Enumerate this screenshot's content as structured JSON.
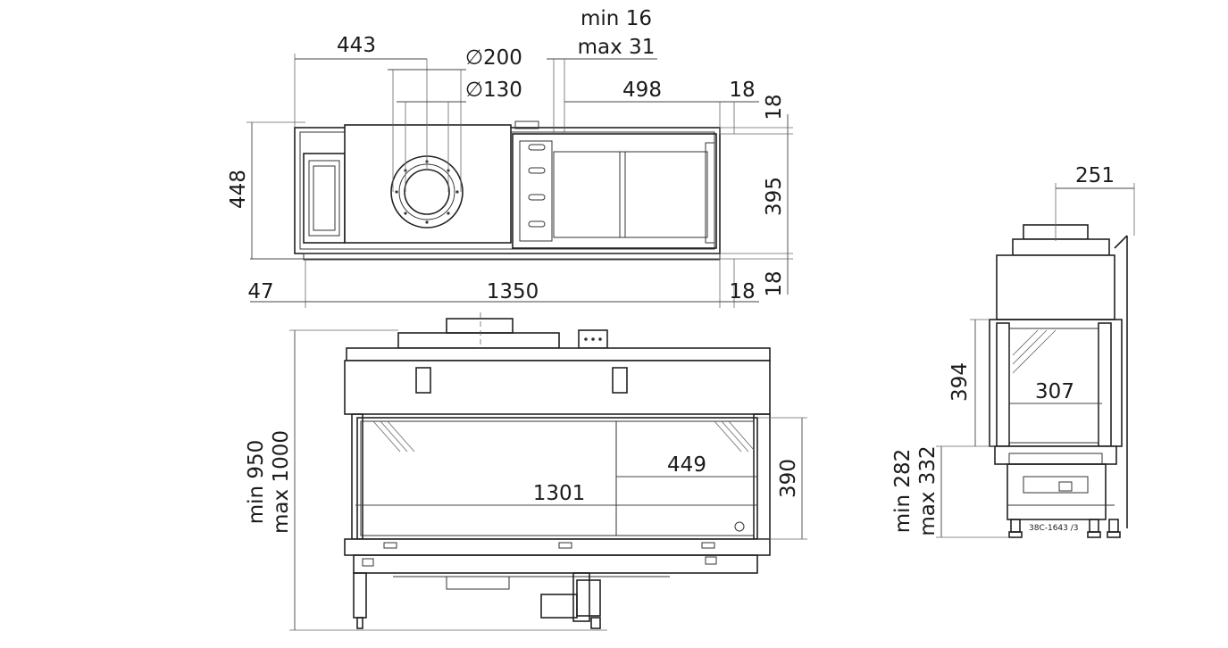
{
  "top_view": {
    "width_1350": "1350",
    "offset_47": "47",
    "right_18": "18",
    "depth_448": "448",
    "depth_395": "395",
    "edge_18_top": "18",
    "edge_18_bottom": "18",
    "offset_443": "443",
    "dia_200": "∅200",
    "dia_130": "∅130",
    "len_498": "498",
    "side_18": "18",
    "min16": "min 16",
    "max31": "max 31"
  },
  "front_view": {
    "glass_1301": "1301",
    "glass_449": "449",
    "glass_h_390": "390",
    "min950": "min 950",
    "max1000": "max 1000"
  },
  "side_view": {
    "flue_251": "251",
    "glass_307": "307",
    "glass_h_394": "394",
    "min282": "min 282",
    "max332": "max 332",
    "ref_code": "38C-1643 /3"
  }
}
